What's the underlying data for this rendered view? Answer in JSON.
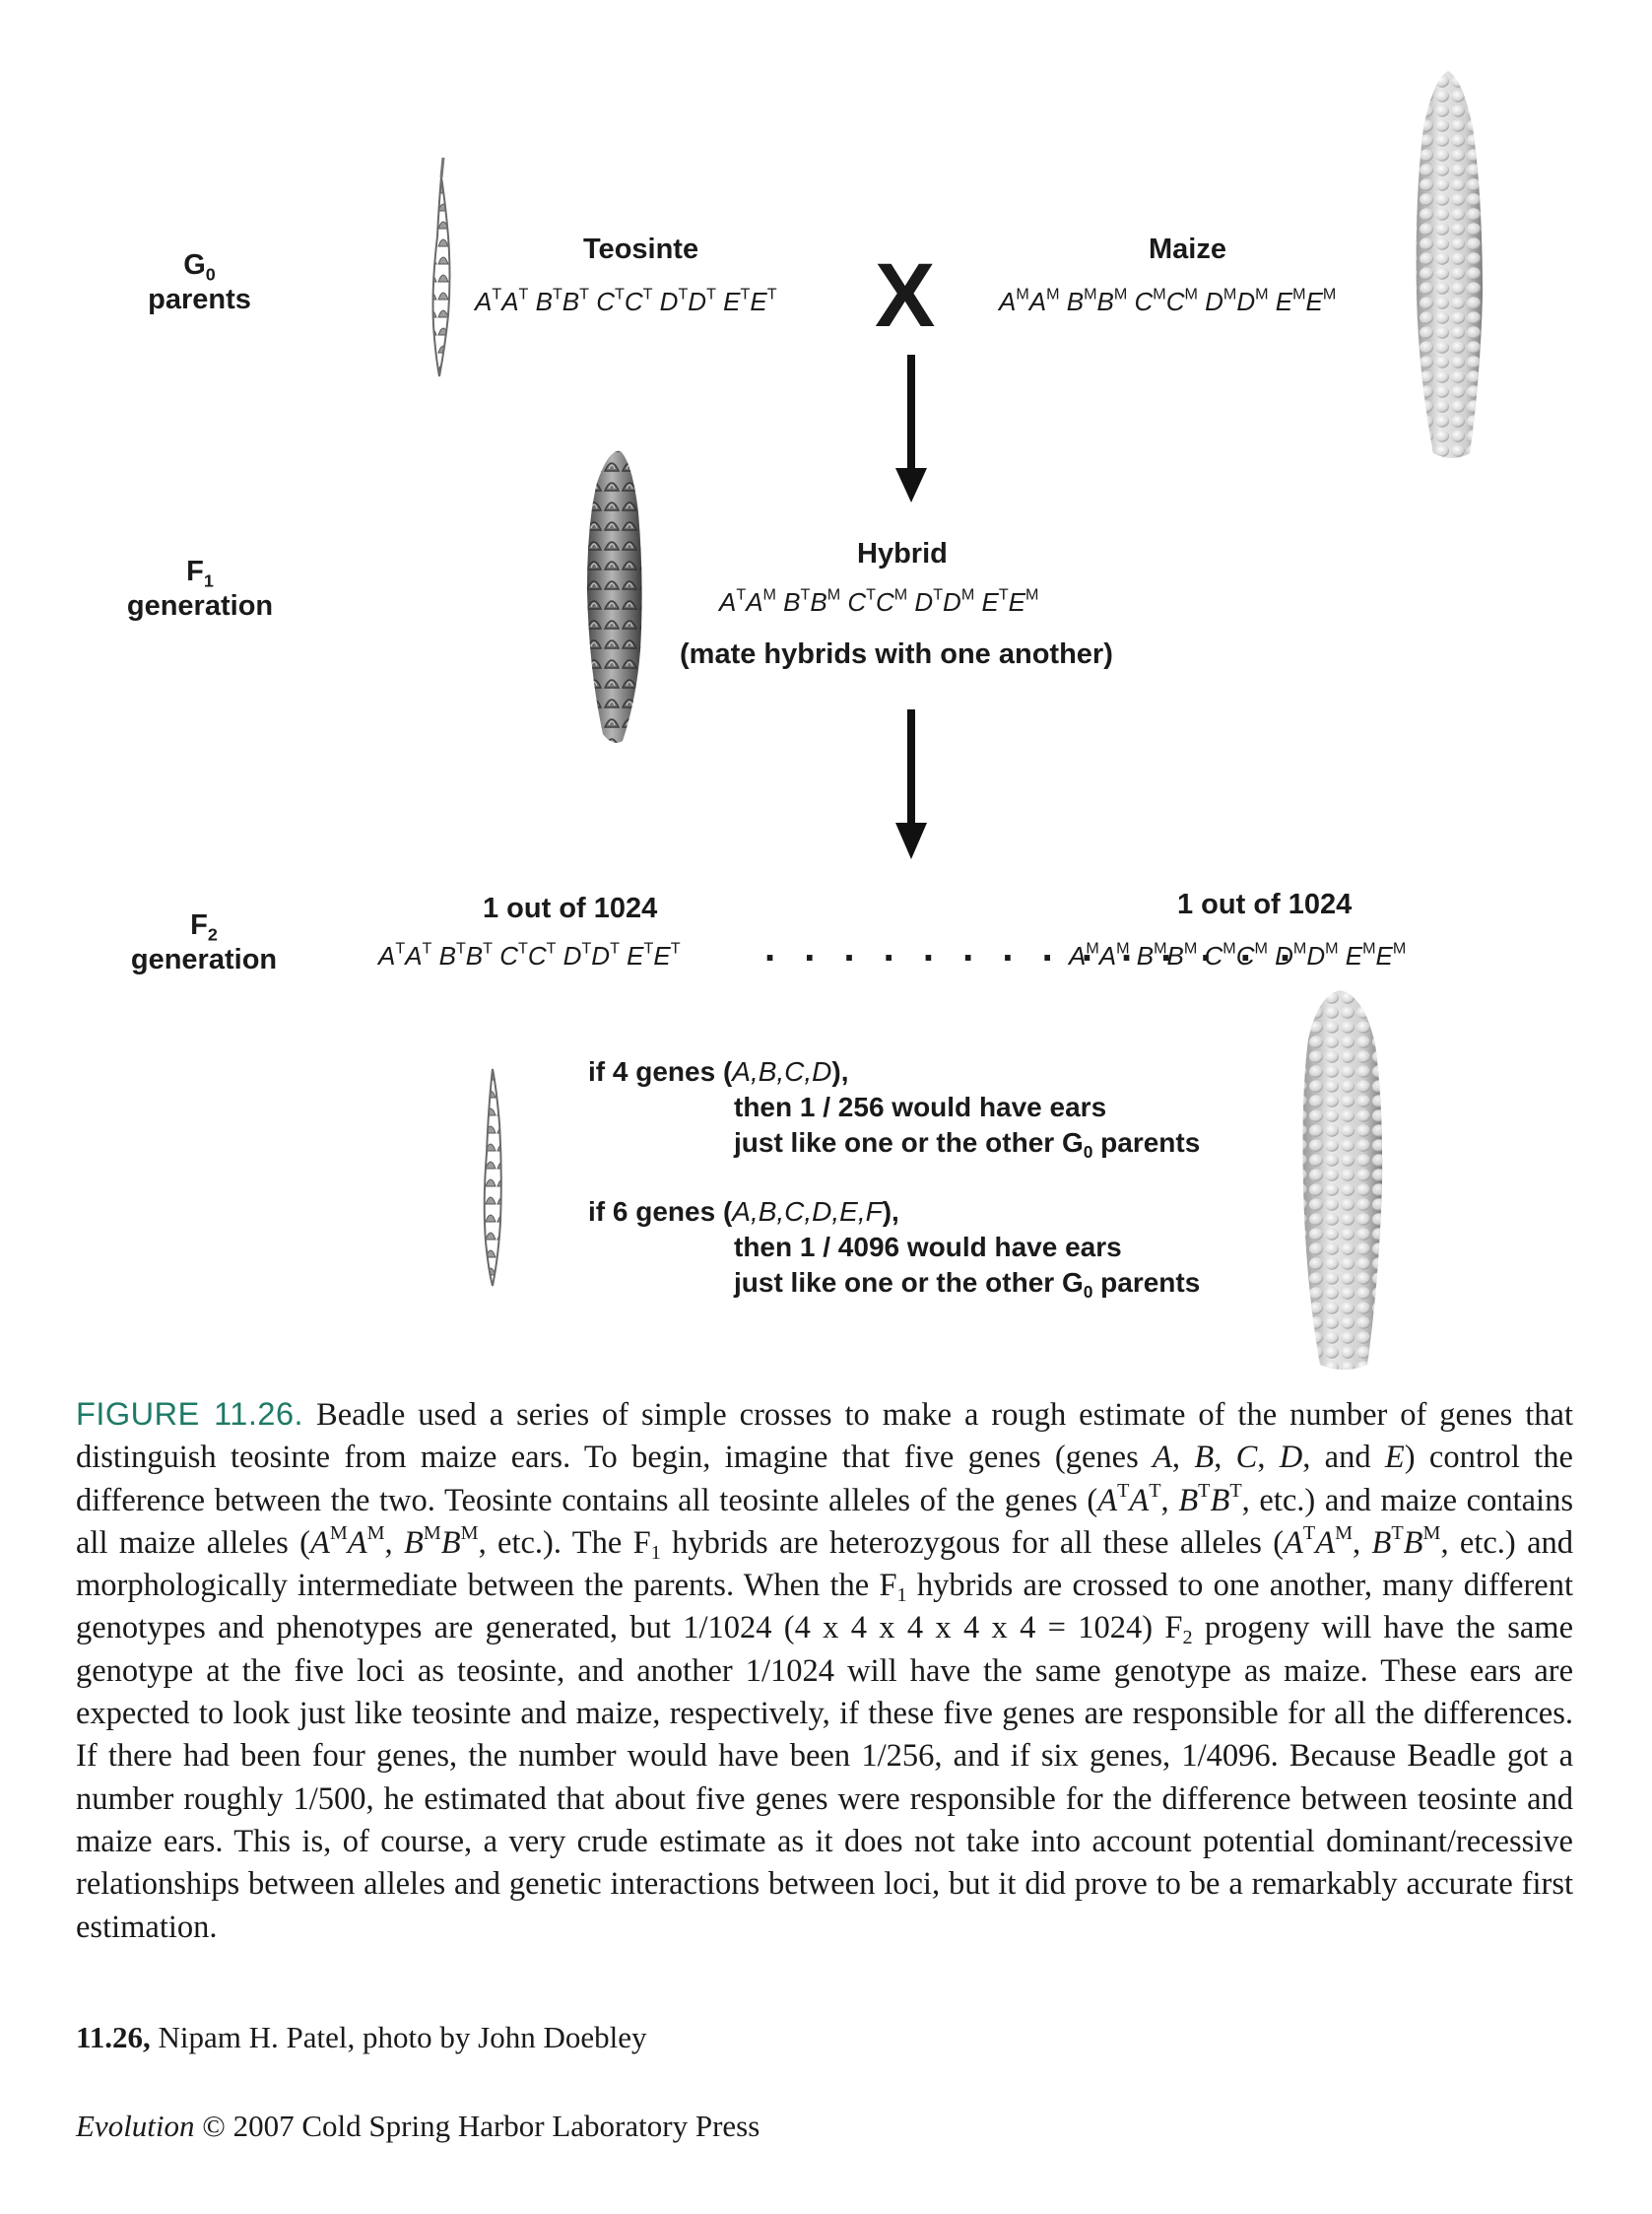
{
  "generations": {
    "g0": {
      "letter": "G",
      "sub": "0",
      "word": "parents"
    },
    "f1": {
      "letter": "F",
      "sub": "1",
      "word": "generation"
    },
    "f2": {
      "letter": "F",
      "sub": "2",
      "word": "generation"
    }
  },
  "parents": {
    "teosinte_label": "Teosinte",
    "maize_label": "Maize",
    "cross_symbol": "X"
  },
  "hybrid": {
    "label": "Hybrid",
    "note": "(mate hybrids with one another)"
  },
  "f2": {
    "left_fraction": "1 out of 1024",
    "right_fraction": "1 out of 1024",
    "dots": ". . . . . . . . . . . . . ."
  },
  "scenarios": [
    {
      "intro": "if 4 genes (",
      "genes": "A,B,C,D",
      "close": "),",
      "line2": "then 1 / 256 would have ears",
      "line3_pre": "just like one or the other G",
      "line3_sub": "0",
      "line3_post": " parents"
    },
    {
      "intro": "if 6 genes (",
      "genes": "A,B,C,D,E,F",
      "close": "),",
      "line2": "then 1 / 4096 would have ears",
      "line3_pre": "just like one or the other G",
      "line3_sub": "0",
      "line3_post": " parents"
    }
  ],
  "caption": {
    "label": "FIGURE 11.26."
  },
  "credits": {
    "line1_bold": "11.26,",
    "line1_rest": " Nipam H. Patel, photo by John Doebley",
    "line2_italic": "Evolution",
    "line2_rest": " © 2007 Cold Spring Harbor Laboratory Press"
  },
  "colors": {
    "caption_label": "#1e7a66",
    "text": "#1a1a1a",
    "ear_fill": "#d8d8d8",
    "ear_shadow": "#7a7a7a"
  }
}
